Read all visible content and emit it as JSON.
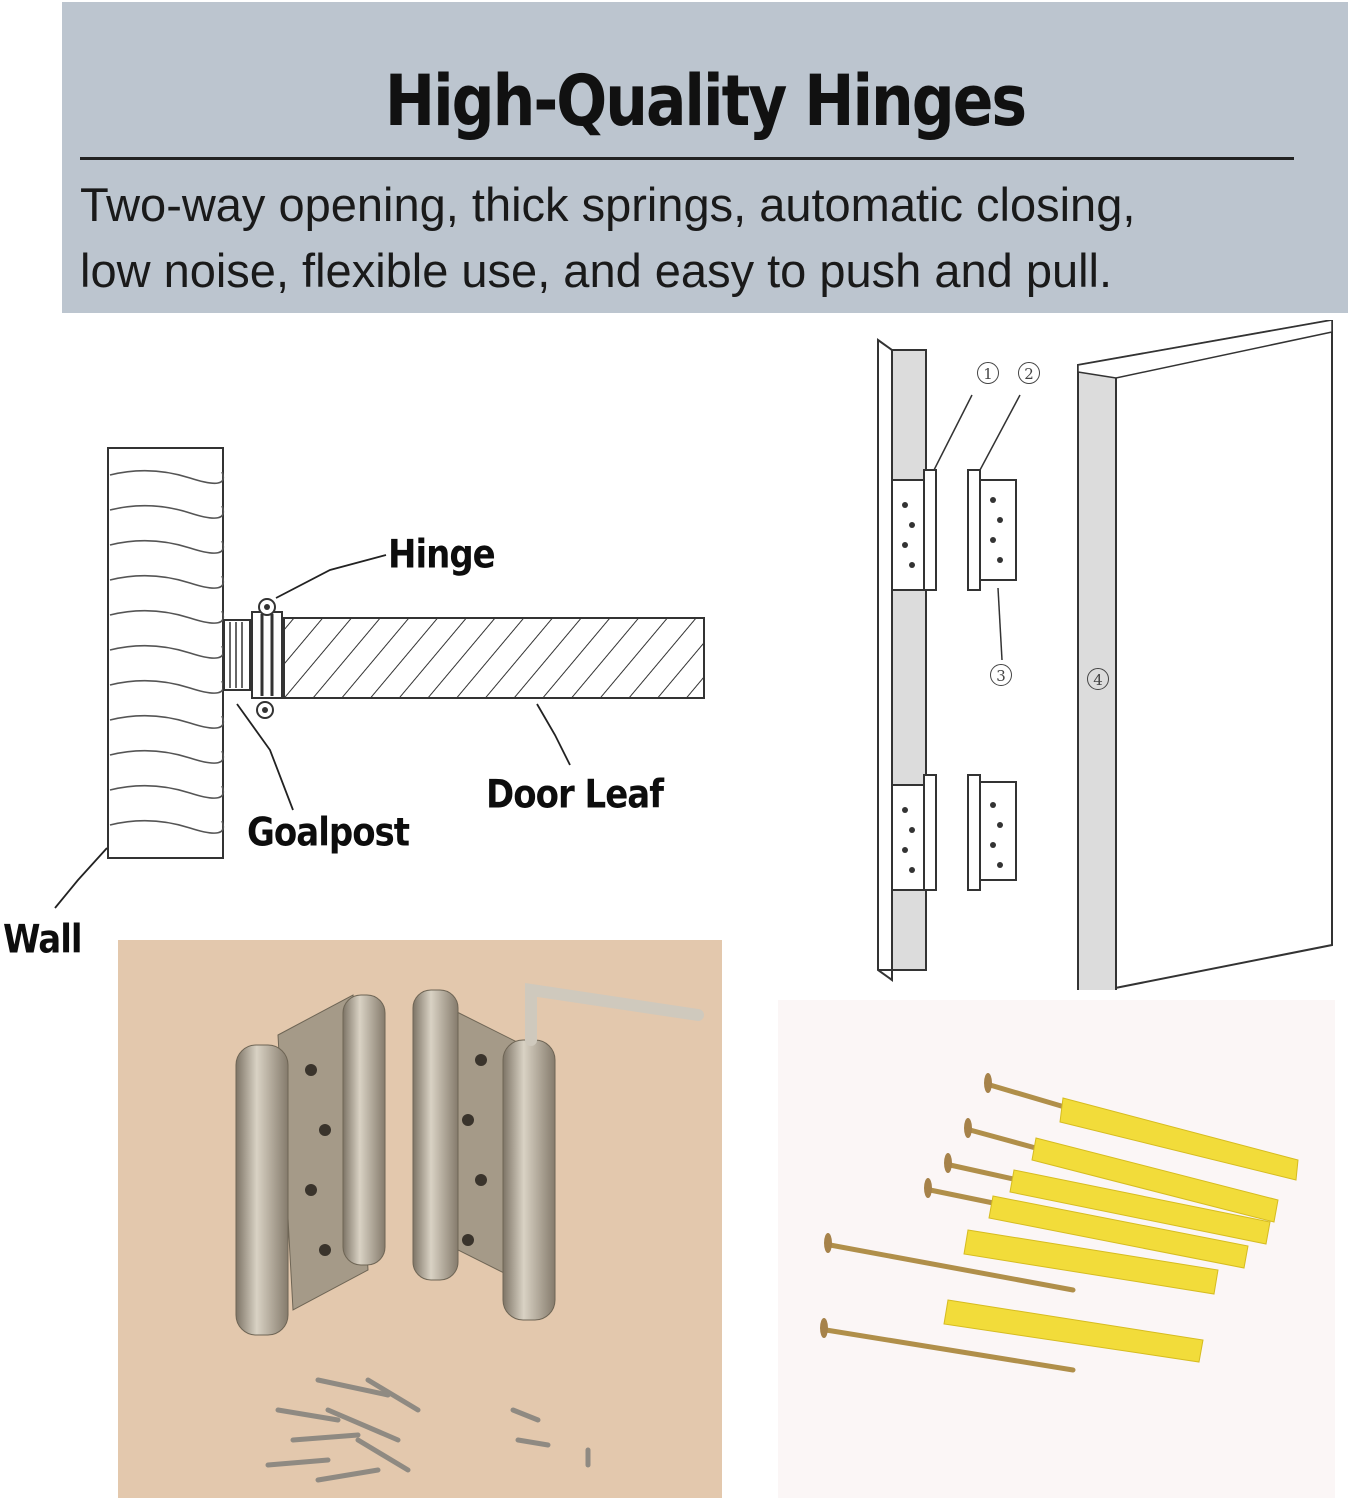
{
  "banner": {
    "title": "High-Quality Hinges",
    "subtitle_line1": "Two-way opening, thick springs, automatic closing,",
    "subtitle_line2": "low noise, flexible use, and easy to push and pull."
  },
  "diagram_top_view": {
    "labels": {
      "hinge": "Hinge",
      "goalpost": "Goalpost",
      "door_leaf": "Door Leaf",
      "wall": "Wall"
    }
  },
  "diagram_install": {
    "callouts": [
      "1",
      "2",
      "3",
      "4"
    ]
  },
  "photos": {
    "hinges_photo": "spring-hinges-photo",
    "anchors_photo": "wall-anchors-screws-photo"
  },
  "colors": {
    "banner_bg": "#bcc5cf",
    "photo_bg": "#e3c8ad",
    "anchor_yellow": "#f2dc3a"
  }
}
